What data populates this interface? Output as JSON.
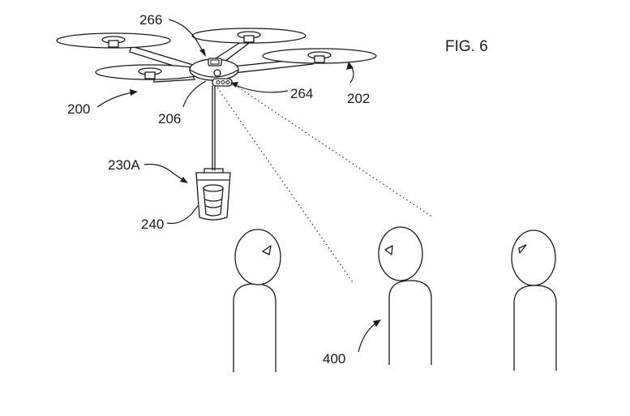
{
  "figure": {
    "title": "FIG. 6",
    "labels": {
      "uav": "200",
      "rotor": "202",
      "body": "206",
      "payload": "230A",
      "container": "240",
      "sensor": "264",
      "camera": "266",
      "people": "400"
    },
    "person_count": 3
  }
}
